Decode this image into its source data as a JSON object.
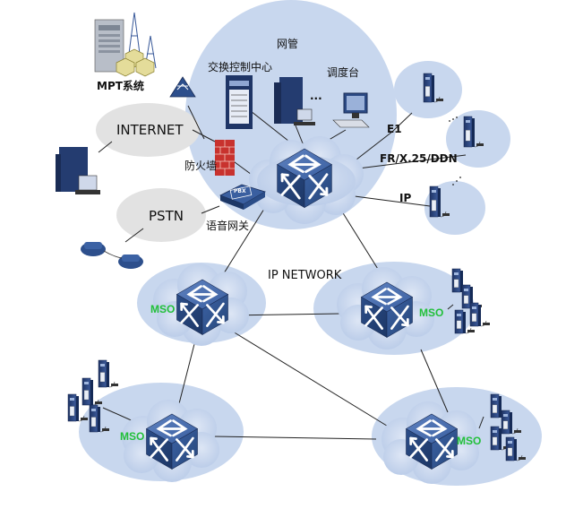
{
  "labels": {
    "network_mgmt": "网管",
    "switch_center": "交换控制中心",
    "dispatch": "调度台",
    "ellipsis": "...",
    "mpt": "MPT系统",
    "internet": "INTERNET",
    "firewall": "防火墙",
    "pstn": "PSTN",
    "voice_gateway": "语音网关",
    "pbx": "PBX",
    "e1": "E1",
    "fr": "FR/X.25/DDN",
    "ip": "IP",
    "ip_network": "IP NETWORK",
    "mso": "MSO"
  },
  "colors": {
    "cloud_fill": "#c8d7ee",
    "switch_blue": "#2d4f8c",
    "mso_green": "#22c03a",
    "line": "#222222",
    "firewall_red": "#c8322e"
  }
}
